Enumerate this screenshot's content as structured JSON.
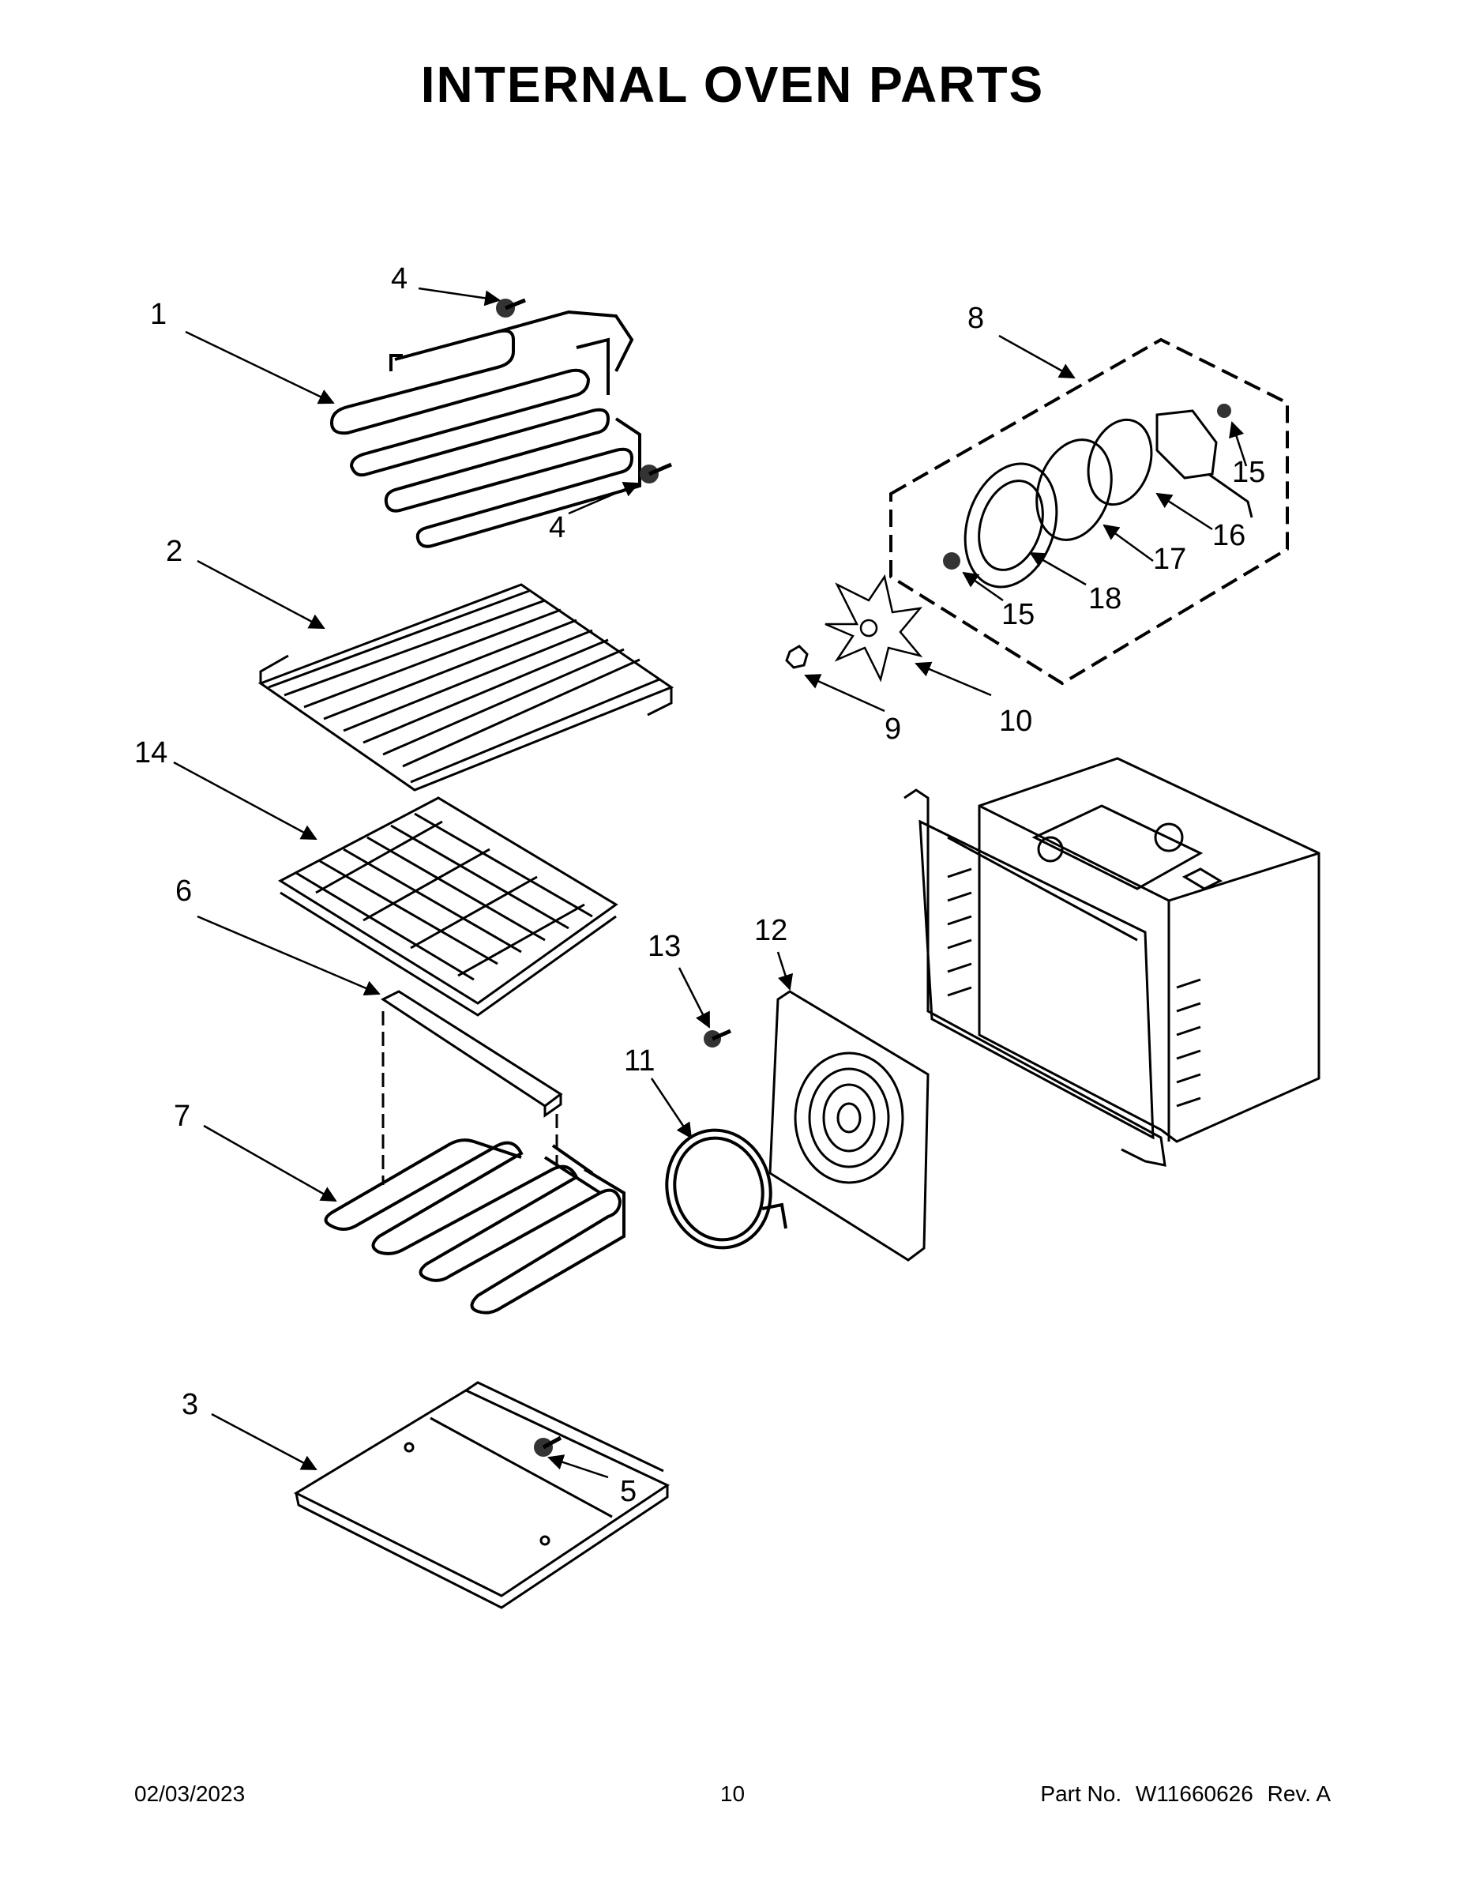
{
  "title": "INTERNAL OVEN PARTS",
  "callouts": [
    "1",
    "4",
    "4",
    "2",
    "14",
    "6",
    "7",
    "3",
    "5",
    "8",
    "15",
    "16",
    "17",
    "18",
    "15",
    "10",
    "9",
    "12",
    "13",
    "11"
  ],
  "footer": {
    "date": "02/03/2023",
    "page_number": "10",
    "part_label": "Part No.",
    "part_number": "W11660626",
    "revision": "Rev. A"
  }
}
